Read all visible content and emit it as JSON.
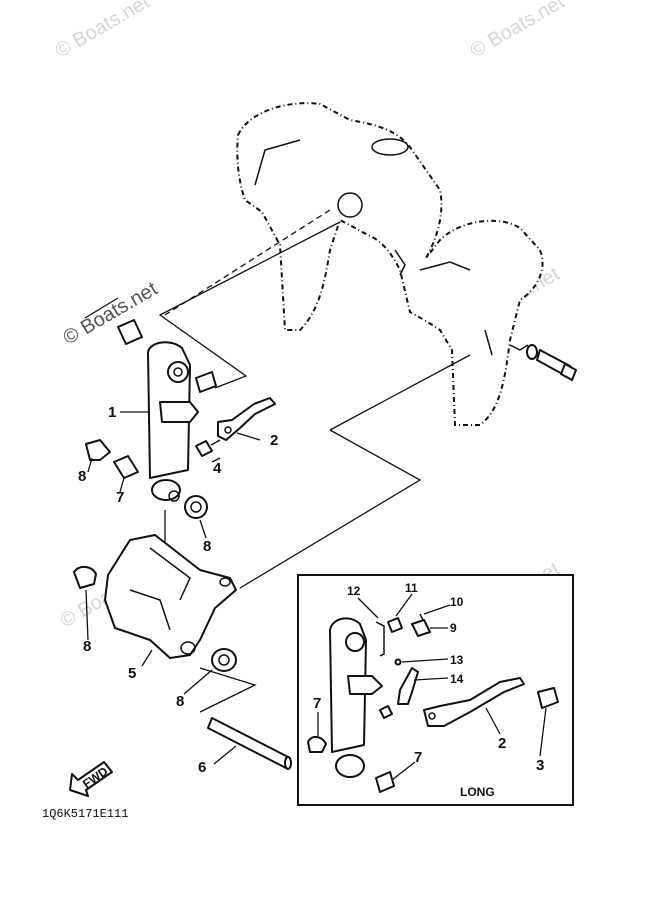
{
  "watermark": "© Boats.net",
  "diagram_code": "1Q6K5171E111",
  "fwd_label": "FWD",
  "inset_label": "LONG",
  "callouts": {
    "c1": "1",
    "c2": "2",
    "c4": "4",
    "c5": "5",
    "c6": "6",
    "c7": "7",
    "c8a": "8",
    "c8b": "8",
    "c8c": "8",
    "c8d": "8",
    "i2": "2",
    "i3": "3",
    "i7a": "7",
    "i7b": "7",
    "i9": "9",
    "i10": "10",
    "i11": "11",
    "i12": "12",
    "i13": "13",
    "i14": "14"
  }
}
